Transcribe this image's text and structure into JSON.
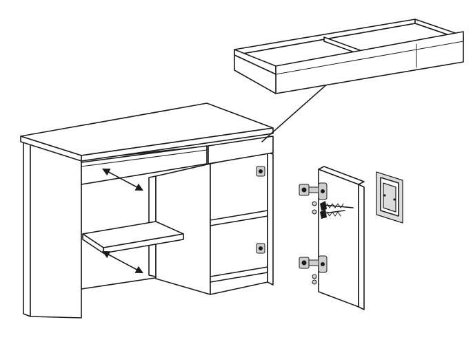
{
  "colors": {
    "ink": "#1a1a1a",
    "background": "#ffffff"
  },
  "diagram": {
    "components": [
      "desk-assembly",
      "drawer-detail",
      "door-with-hinges",
      "hinge-plate-detail"
    ],
    "arrows": [
      {
        "name": "drawer-slide-arrow",
        "meaning": "bidirectional"
      },
      {
        "name": "keyboard-shelf-slide-arrow",
        "meaning": "bidirectional"
      }
    ],
    "callout": "drawer-to-detail-leader"
  }
}
